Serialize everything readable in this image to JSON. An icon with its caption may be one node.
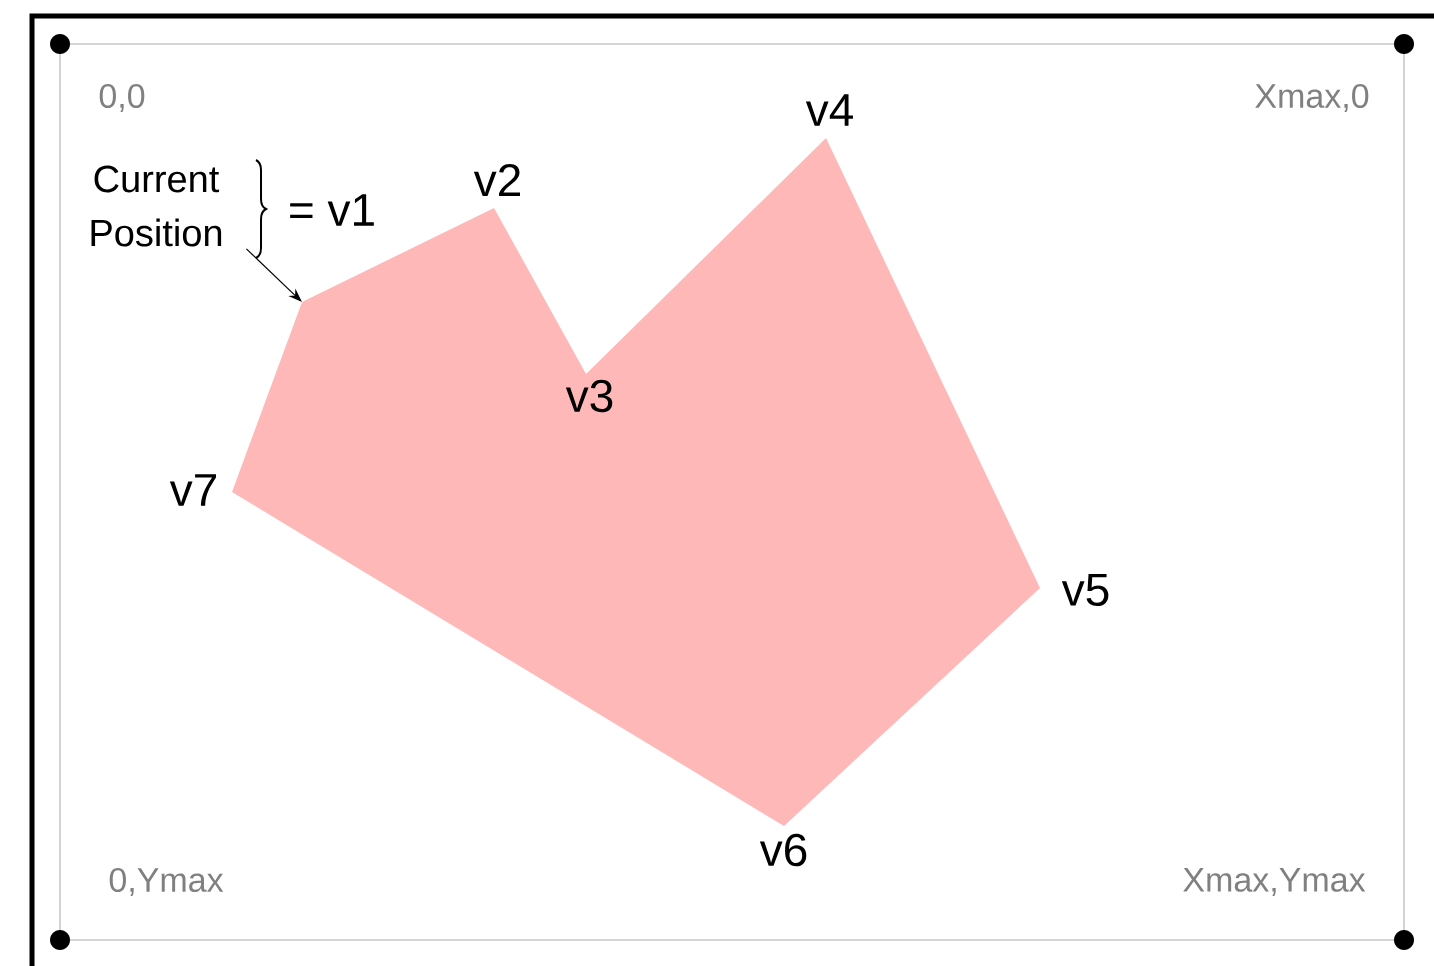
{
  "diagram": {
    "nodes": [
      {
        "text": [
          "Current Position"
        ]
      },
      {
        "text": [],
        "shape": "polygon"
      }
    ],
    "edges": [
      {
        "from": 0,
        "to": 1,
        "arrow": "to"
      }
    ],
    "labels": [
      "0,0",
      "Xmax,0",
      "v4",
      "= v1",
      "v2",
      "v3",
      "v7",
      "v5",
      "v6",
      "0,Ymax",
      "Xmax,Ymax"
    ]
  }
}
